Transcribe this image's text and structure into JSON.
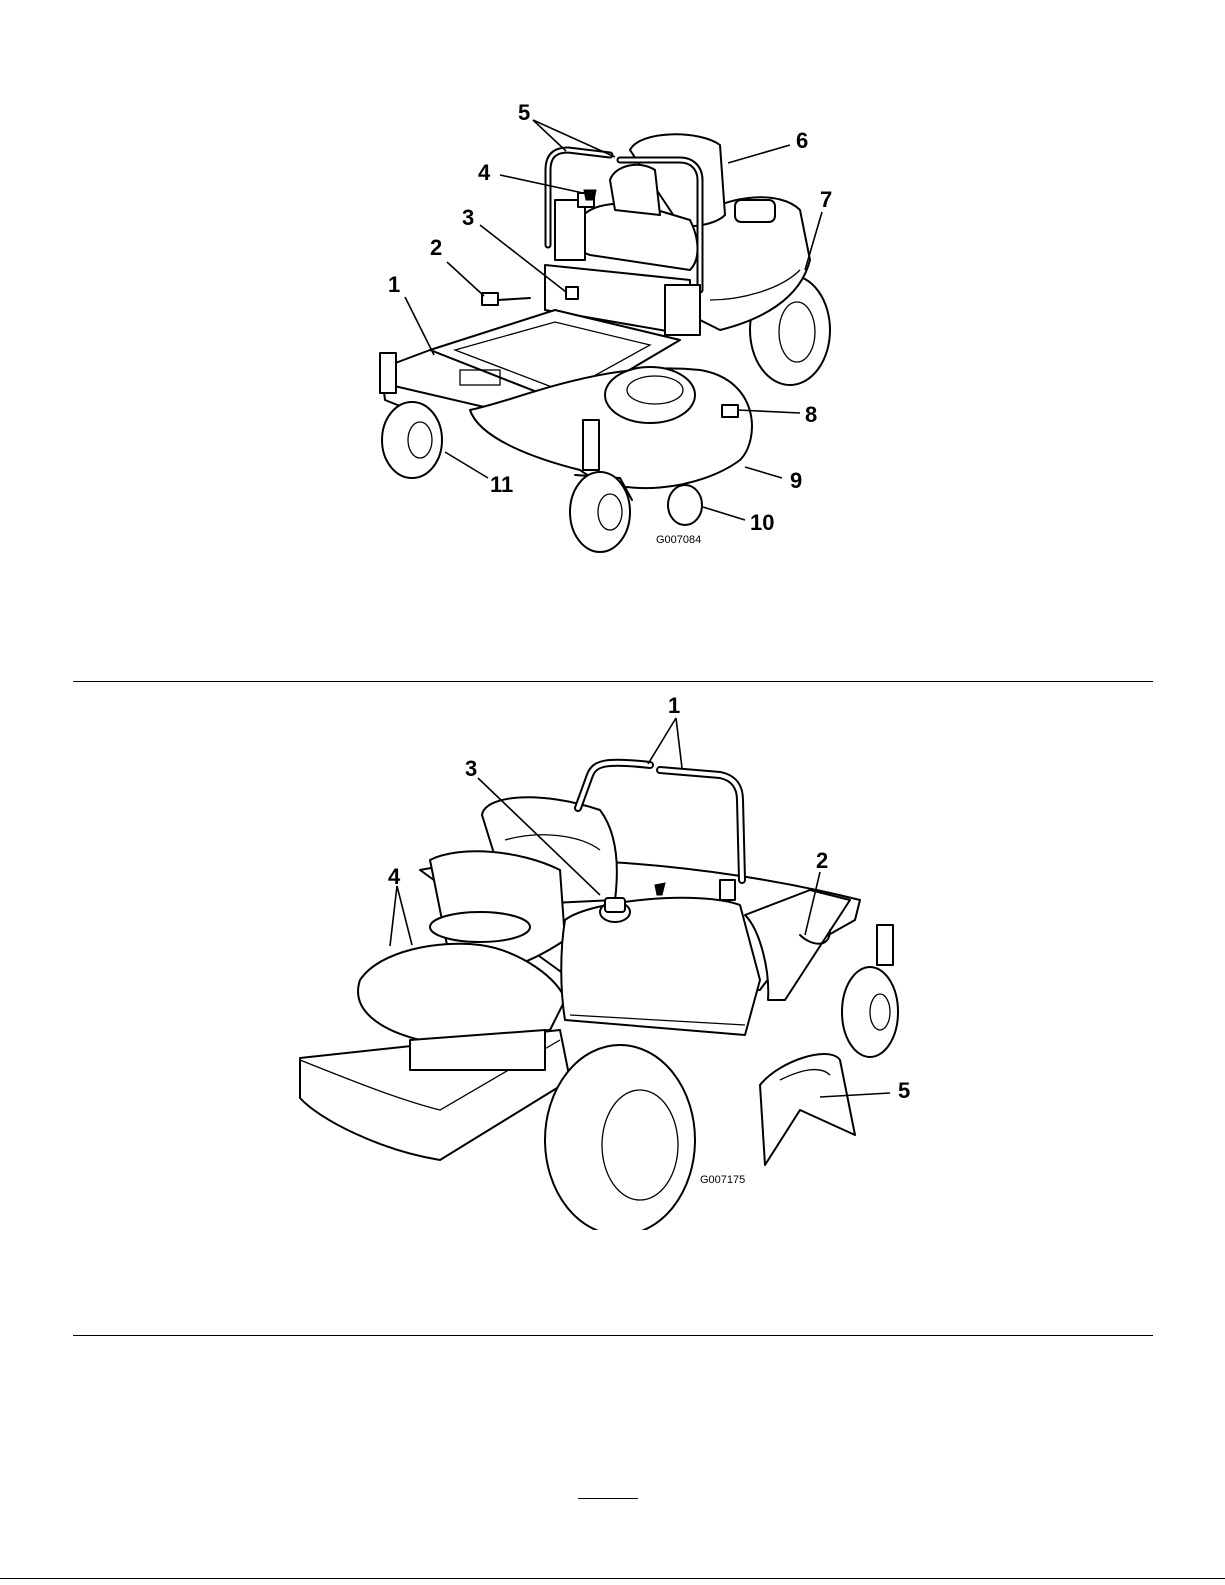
{
  "figure1": {
    "id_text": "G007084",
    "callouts": [
      "1",
      "2",
      "3",
      "4",
      "5",
      "6",
      "7",
      "8",
      "9",
      "10",
      "11"
    ]
  },
  "figure2": {
    "id_text": "G007175",
    "callouts": [
      "1",
      "2",
      "3",
      "4",
      "5"
    ]
  },
  "page_number": "",
  "colors": {
    "line": "#000000",
    "background": "#ffffff"
  }
}
